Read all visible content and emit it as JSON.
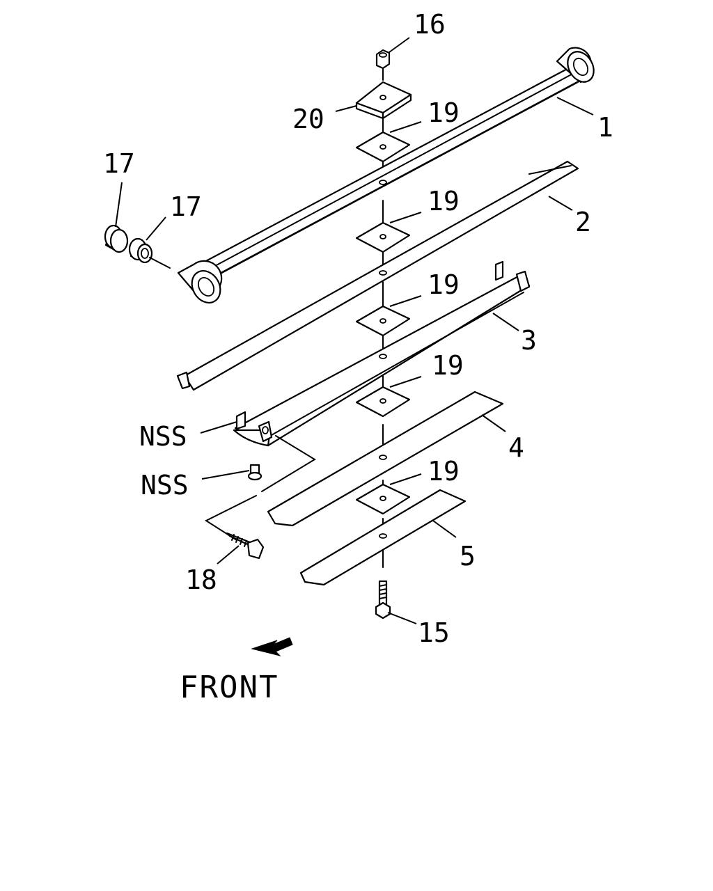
{
  "callouts": {
    "c1": "1",
    "c2": "2",
    "c3": "3",
    "c4": "4",
    "c5": "5",
    "c15": "15",
    "c16": "16",
    "c17a": "17",
    "c17b": "17",
    "c18": "18",
    "c19a": "19",
    "c19b": "19",
    "c19c": "19",
    "c19d": "19",
    "c19e": "19",
    "c20": "20",
    "nss_a": "NSS",
    "nss_b": "NSS"
  },
  "direction_label": "FRONT",
  "colors": {
    "line": "#000000",
    "background": "#ffffff"
  }
}
